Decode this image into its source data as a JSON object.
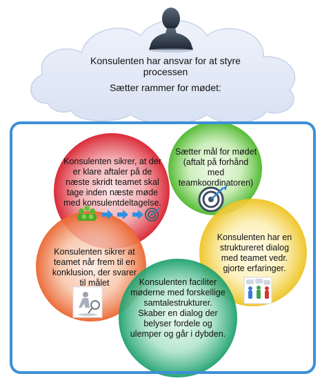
{
  "cloud": {
    "line1": "Konsulenten har ansvar for at styre processen",
    "line2": "Sætter rammer for mødet:"
  },
  "circles": {
    "red": {
      "text": "Konsulenten sikrer, at der er klare aftaler på de næste skridt teamet skal tage inden næste møde med konsulentdeltagelse.",
      "color": "#e0303c"
    },
    "green": {
      "text": "Sætter mål for mødet (aftalt på forhånd med teamkoordinatoren)",
      "color": "#62c63e"
    },
    "yellow": {
      "text": "Konsulenten har en struktureret dialog med teamet vedr. gjorte erfaringer.",
      "color": "#f2cf3a"
    },
    "orange": {
      "text": "Konsulenten sikrer at teamet når frem til en konklusion, der svarer til målet",
      "color": "#ef7a47"
    },
    "teal": {
      "text": "Konsulenten faciliter møderne med forskellige samtalestrukturer. Skaber en dialog der belyser fordele og ulemper og går i dybden.",
      "color": "#2fb07e"
    }
  },
  "icons": {
    "cloud_figure": "person-silhouette-icon",
    "red": "team-arrows-target-icon",
    "green": "target-icon",
    "yellow": "people-speech-bubbles-icon",
    "orange": "figure-with-magnifier-icon"
  },
  "frame_color": "#3d8fd6"
}
